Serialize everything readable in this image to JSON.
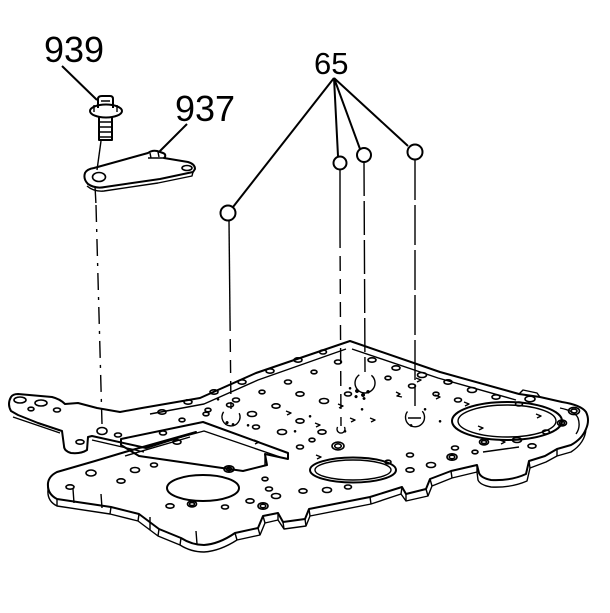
{
  "diagram": {
    "background_color": "#ffffff",
    "line_color": "#000000",
    "callouts": [
      {
        "label": "939",
        "part": "flange-bolt",
        "targets": 1
      },
      {
        "label": "937",
        "part": "retaining-bracket",
        "targets": 1
      },
      {
        "label": "65",
        "part": "check-ball-position",
        "targets": 4
      }
    ]
  }
}
